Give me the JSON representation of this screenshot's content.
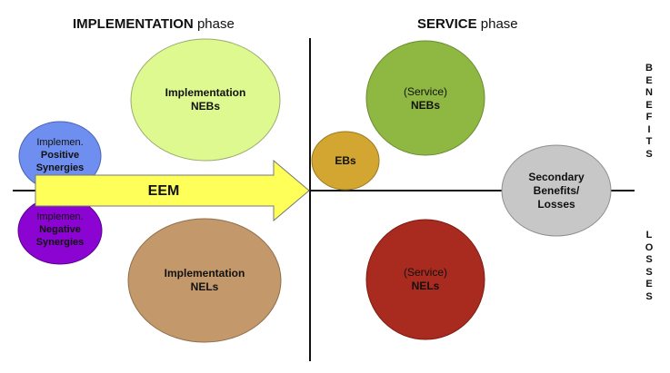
{
  "titles": {
    "implementation_bold": "IMPLEMENTATION",
    "implementation_rest": "phase",
    "service_bold": "SERVICE",
    "service_rest": "phase"
  },
  "side_labels": {
    "benefits": [
      "B",
      "E",
      "N",
      "E",
      "F",
      "I",
      "T",
      "S"
    ],
    "losses": [
      "L",
      "O",
      "S",
      "S",
      "E",
      "S"
    ]
  },
  "arrow_label": "EEM",
  "nodes": {
    "impl_nebs": {
      "line1": "Implementation",
      "line2": "NEBs",
      "color": "#ddf98f"
    },
    "impl_nels": {
      "line1": "Implementation",
      "line2": "NELs",
      "color": "#c3996b"
    },
    "pos_syn": {
      "line1": "Implemen.",
      "line2": "Positive",
      "line3": "Synergies",
      "color": "#6f8ff0"
    },
    "neg_syn": {
      "line1": "Implemen.",
      "line2": "Negative",
      "line3": "Synergies",
      "color": "#8b04d2"
    },
    "ebs": {
      "label": "EBs",
      "color": "#d3a632"
    },
    "serv_nebs": {
      "line1": "(Service)",
      "line2": "NEBs",
      "color": "#8fb842"
    },
    "serv_nels": {
      "line1": "(Service)",
      "line2": "NELs",
      "color": "#a92a1e"
    },
    "secondary": {
      "line1": "Secondary",
      "line2": "Benefits/",
      "line3": "Losses",
      "color": "#c7c7c7"
    }
  },
  "colors": {
    "arrow_fill": "#ffff5a",
    "axis": "#111111"
  }
}
